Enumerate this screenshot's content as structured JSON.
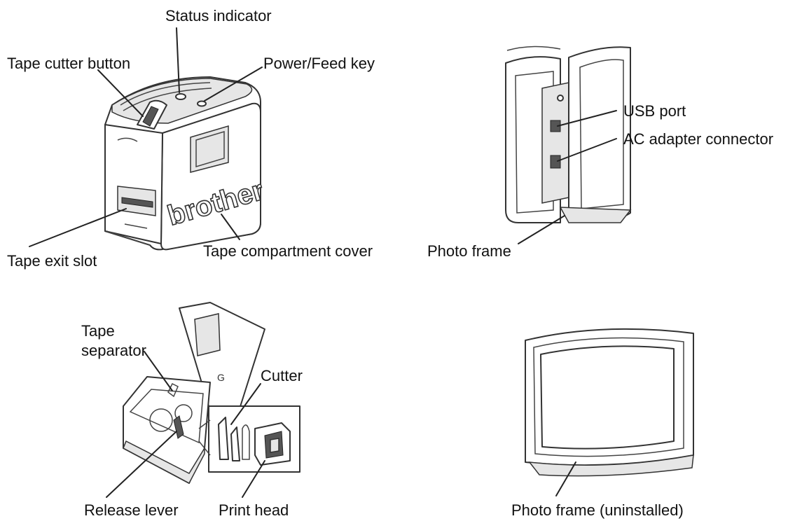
{
  "labels": {
    "status_indicator": "Status indicator",
    "tape_cutter_button": "Tape cutter button",
    "power_feed_key": "Power/Feed key",
    "tape_exit_slot": "Tape exit slot",
    "tape_compartment_cover": "Tape compartment cover",
    "usb_port": "USB port",
    "ac_adapter_connector": "AC adapter connector",
    "photo_frame": "Photo frame",
    "tape_separator_line1": "Tape",
    "tape_separator_line2": "separator",
    "cutter": "Cutter",
    "release_lever": "Release lever",
    "print_head": "Print head",
    "photo_frame_uninstalled": "Photo frame (uninstalled)"
  },
  "device_brand": "brother",
  "colors": {
    "line": "#222222",
    "background": "#ffffff"
  }
}
